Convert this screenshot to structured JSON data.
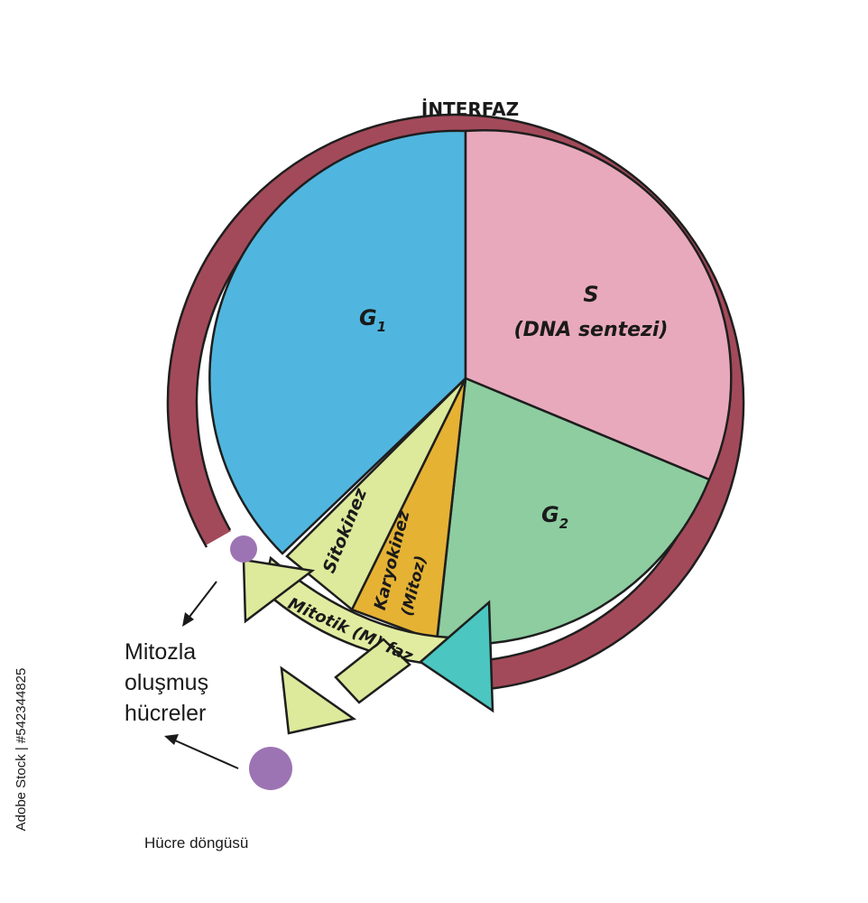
{
  "interphase_label": "İNTERFAZ",
  "phases": {
    "g1": {
      "label": "G",
      "sub": "1",
      "color": "#50b6df"
    },
    "s": {
      "label": "S",
      "detail": "(DNA sentezi)",
      "color": "#e8a9bc"
    },
    "g2": {
      "label": "G",
      "sub": "2",
      "color": "#8dcda0"
    },
    "karyokinesis": {
      "label": "Karyokinez",
      "detail": "(Mitoz)",
      "color": "#e5b234"
    },
    "cytokinesis": {
      "label": "Sitokinez",
      "color": "#dde99b"
    }
  },
  "ring_color": "#a34a5a",
  "mitotic_phase_label": "Mitotik (M) faz",
  "mitotic_band_color": "#e2eca0",
  "arrowhead_color": "#4bc6c0",
  "cell_color": "#9d74b3",
  "cells_caption": [
    "Mitozla",
    "oluşmuş",
    "hücreler"
  ],
  "title": "Hücre döngüsü",
  "side_credit": "Adobe Stock | #542344825"
}
